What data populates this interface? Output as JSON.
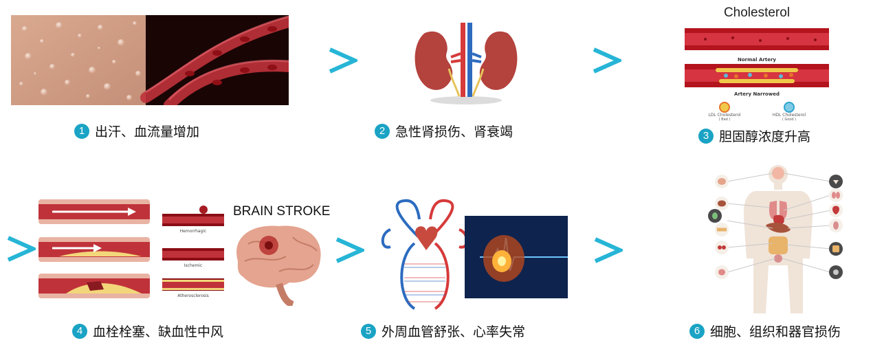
{
  "colors": {
    "accent": "#1aa3c4",
    "arrow": "#27b5d6",
    "blood": "#b3141d",
    "vein": "#2c6bc0"
  },
  "panels": [
    {
      "num": "1",
      "caption": "出汗、血流量增加"
    },
    {
      "num": "2",
      "caption": "急性肾损伤、肾衰竭"
    },
    {
      "num": "3",
      "caption": "胆固醇浓度升高",
      "title": "Cholesterol",
      "normal_label": "Normal Artery",
      "narrowed_label": "Artery Narrowed",
      "ldl_label": "LDL Cholesterol",
      "ldl_sub": "( Bad )",
      "hdl_label": "HDL Cholesterol",
      "hdl_sub": "( Good )"
    },
    {
      "num": "4",
      "caption": "血栓栓塞、缺血性中风",
      "stroke_label": "BRAIN STROKE",
      "labels": [
        "Hemorrhagic",
        "Ischemic",
        "Atherosclerosis"
      ]
    },
    {
      "num": "5",
      "caption": "外周血管舒张、心率失常"
    },
    {
      "num": "6",
      "caption": "细胞、组织和器官损伤"
    }
  ],
  "arrow_icon": "chevron-right-icon"
}
